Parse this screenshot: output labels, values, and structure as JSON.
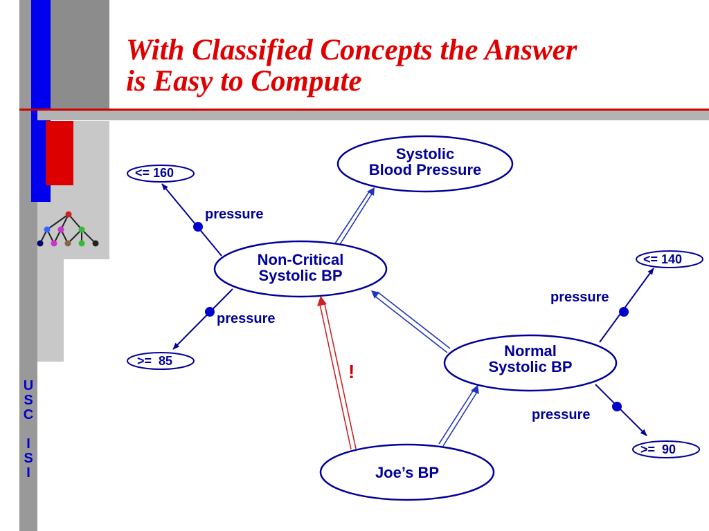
{
  "slide": {
    "title_line1": "With Classified Concepts the Answer",
    "title_line2": "is Easy to Compute"
  },
  "sidebar": {
    "letters": [
      "U",
      "S",
      "C",
      "",
      "I",
      "S",
      "I"
    ]
  },
  "colors": {
    "title": "#e00000",
    "diagram": "#000099",
    "subsumption_edge": "#2233bb",
    "flagged_edge": "#cc2222",
    "sidebar_blue": "#0000ee",
    "sidebar_red": "#dd0000",
    "sidebar_gray": "#999999",
    "logo_node_colors": [
      "#3366ff",
      "#cc33cc",
      "#886644",
      "#33bb33",
      "#000066"
    ]
  },
  "diagram": {
    "nodes": {
      "systolic_bp": "Systolic\nBlood Pressure",
      "non_critical": "Non-Critical\nSystolic BP",
      "normal": "Normal\nSystolic BP",
      "joes_bp": "Joe’s BP"
    },
    "values": {
      "le_160": "<= 160",
      "ge_85": ">=  85",
      "le_140": "<= 140",
      "ge_90": ">=  90"
    },
    "role_labels": {
      "nc_upper": "pressure",
      "nc_lower": "pressure",
      "normal_upper": "pressure",
      "normal_lower": "pressure"
    },
    "flag_mark": "!"
  }
}
